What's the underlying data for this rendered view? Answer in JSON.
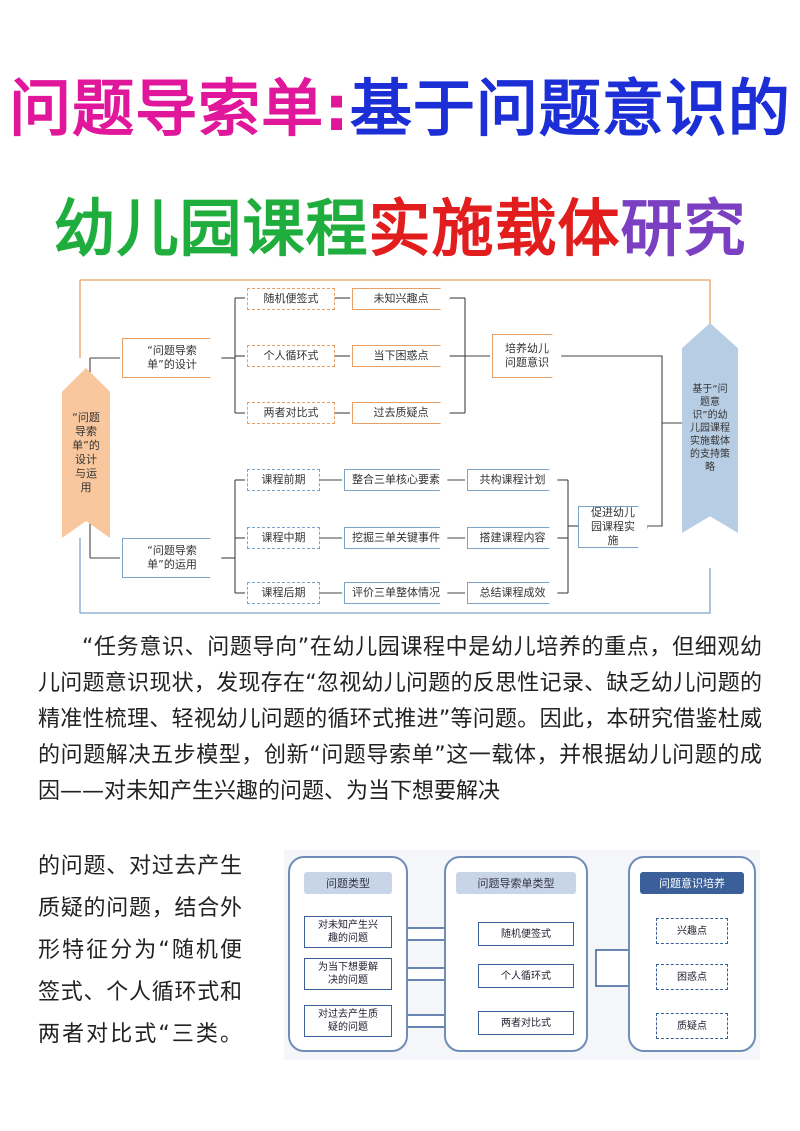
{
  "title": {
    "line1_a": "问题导索单:",
    "line1_b": "基于问题意识的",
    "line2_a": "幼儿园课程",
    "line2_b": "实施载体",
    "line2_c": "研究"
  },
  "diagram1": {
    "left_label": "“问题导索单”的设计与运用",
    "design": "“问题导索单”的设计",
    "use": "“问题导索单”的运用",
    "design_types": [
      "随机便签式",
      "个人循环式",
      "两者对比式"
    ],
    "design_points": [
      "未知兴趣点",
      "当下困惑点",
      "过去质疑点"
    ],
    "design_goal": "培养幼儿问题意识",
    "use_stages": [
      "课程前期",
      "课程中期",
      "课程后期"
    ],
    "use_steps": [
      "整合三单核心要素",
      "挖掘三单关键事件",
      "评价三单整体情况"
    ],
    "use_results": [
      "共构课程计划",
      "搭建课程内容",
      "总结课程成效"
    ],
    "use_goal": "促进幼儿园课程实施",
    "right_label": "基于“问题意识”的幼儿园课程实施载体的支持策略"
  },
  "paragraph": "“任务意识、问题导向”在幼儿园课程中是幼儿培养的重点，但细观幼儿问题意识现状，发现存在“忽视幼儿问题的反思性记录、缺乏幼儿问题的精准性梳理、轻视幼儿问题的循环式推进”等问题。因此，本研究借鉴杜威的问题解决五步模型，创新“问题导索单”这一载体，并根据幼儿问题的成因——对未知产生兴趣的问题、为当下想要解决",
  "paragraph_cont": "的问题、对过去产生质疑的问题，结合外形特征分为“随机便签式、个人循环式和两者对比式“三类。",
  "diagram2": {
    "col1_header": "问题类型",
    "col2_header": "问题导索单类型",
    "col3_header": "问题意识培养",
    "col1_items": [
      "对未知产生兴趣的问题",
      "为当下想要解决的问题",
      "对过去产生质疑的问题"
    ],
    "col2_items": [
      "随机便签式",
      "个人循环式",
      "两者对比式"
    ],
    "col3_items": [
      "兴趣点",
      "困惑点",
      "质疑点"
    ]
  }
}
